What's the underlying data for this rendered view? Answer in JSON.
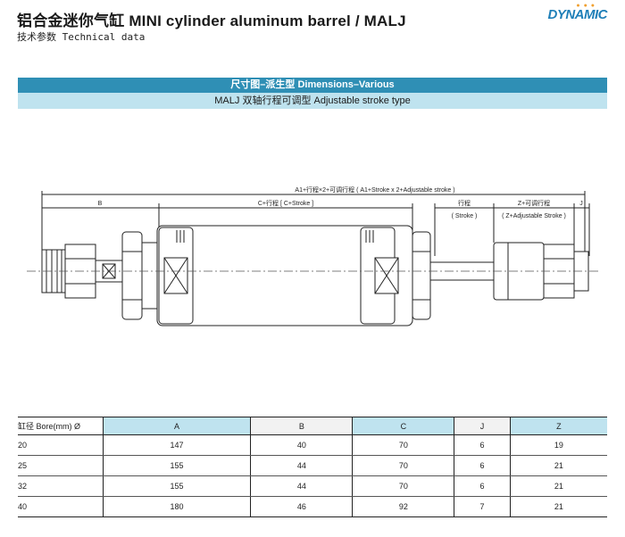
{
  "header": {
    "title": "铝合金迷你气缸 MINI cylinder aluminum barrel  / MALJ",
    "subtitle": "技术参数 Technical data",
    "logo": "DYNAMIC"
  },
  "bands": {
    "dimensions": "尺寸图–派生型 Dimensions–Various",
    "type": "MALJ 双轴行程可调型 Adjustable stroke type"
  },
  "drawing": {
    "dim_total": "A1+行程×2+可调行程 ( A1+Stroke x 2+Adjustable stroke )",
    "dim_b": "B",
    "dim_c": "C+行程 [ C+Stroke ]",
    "dim_stroke_cn": "行程",
    "dim_stroke_en": "( Stroke )",
    "dim_z_cn": "Z+可调行程",
    "dim_z_en": "( Z+Adjustable Stroke )",
    "dim_j": "J"
  },
  "table": {
    "headers": [
      "缸径 Bore(mm) Ø",
      "A",
      "B",
      "C",
      "J",
      "Z"
    ],
    "rows": [
      [
        "20",
        "147",
        "40",
        "70",
        "6",
        "19"
      ],
      [
        "25",
        "155",
        "44",
        "70",
        "6",
        "21"
      ],
      [
        "32",
        "155",
        "44",
        "70",
        "6",
        "21"
      ],
      [
        "40",
        "180",
        "46",
        "92",
        "7",
        "21"
      ]
    ]
  },
  "colors": {
    "accent": "#2f8fb5",
    "light": "#bfe3ef",
    "logo": "#1f7fb8"
  }
}
